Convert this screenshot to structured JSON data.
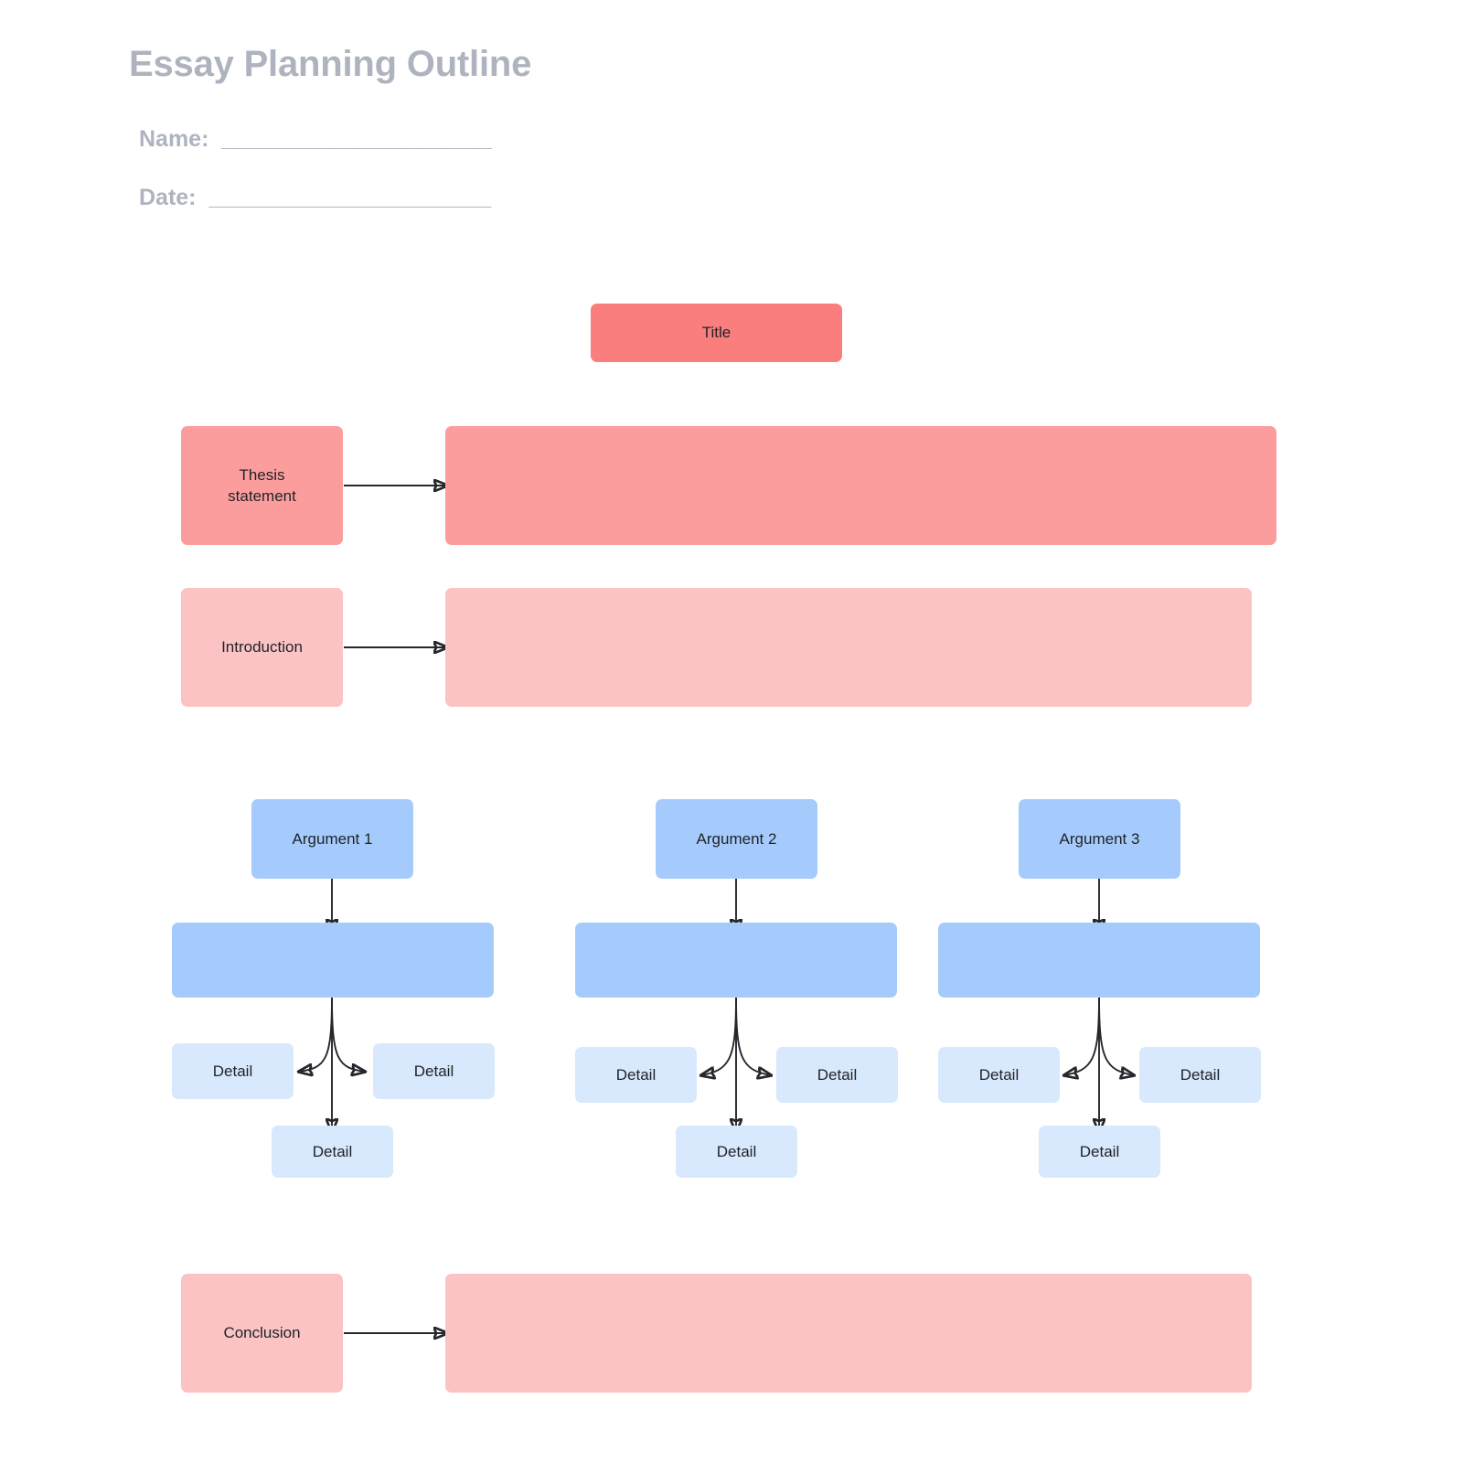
{
  "header": {
    "title": "Essay Planning Outline",
    "fields": [
      {
        "label": "Name:",
        "blank": "______________________"
      },
      {
        "label": "Date:",
        "blank": "_______________________"
      }
    ]
  },
  "colors": {
    "heading_gray": "#aeb4bf",
    "title_coral": "#fa7e7e",
    "salmon": "#fb9d9d",
    "pink_soft": "#fbc3c3",
    "blue": "#a5cbfd",
    "blue_pale": "#d8e8fd",
    "connector": "#24272b",
    "background": "#ffffff"
  },
  "diagram": {
    "title_box": {
      "label": "Title"
    },
    "rows": [
      {
        "label": "Thesis\nstatement",
        "answer": ""
      },
      {
        "label": "Introduction",
        "answer": ""
      }
    ],
    "arguments": [
      {
        "label": "Argument 1",
        "body": "",
        "details": [
          {
            "label": "Detail",
            "position": "left"
          },
          {
            "label": "Detail",
            "position": "right"
          },
          {
            "label": "Detail",
            "position": "center"
          }
        ]
      },
      {
        "label": "Argument 2",
        "body": "",
        "details": [
          {
            "label": "Detail",
            "position": "left"
          },
          {
            "label": "Detail",
            "position": "right"
          },
          {
            "label": "Detail",
            "position": "center"
          }
        ]
      },
      {
        "label": "Argument 3",
        "body": "",
        "details": [
          {
            "label": "Detail",
            "position": "left"
          },
          {
            "label": "Detail",
            "position": "right"
          },
          {
            "label": "Detail",
            "position": "center"
          }
        ]
      }
    ],
    "conclusion": {
      "label": "Conclusion",
      "answer": ""
    }
  }
}
